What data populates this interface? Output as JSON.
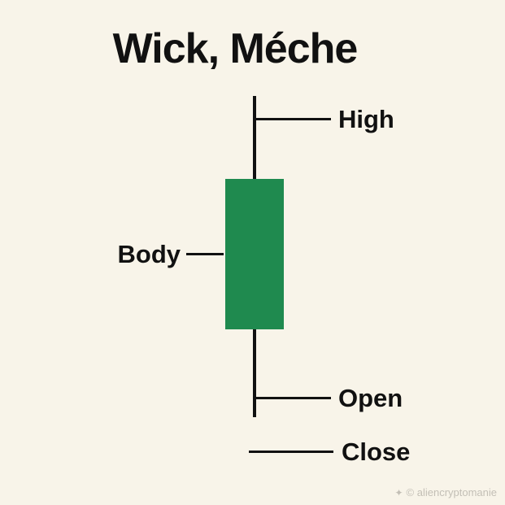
{
  "title": "Wick, Méche",
  "labels": {
    "high": "High",
    "body": "Body",
    "open": "Open",
    "close": "Close"
  },
  "watermark": {
    "icon": "✦",
    "text": "© aliencryptomanie"
  },
  "colors": {
    "background": "#f8f4e9",
    "candle_green": "#1f8a4f",
    "line_black": "#111111",
    "watermark_gray": "#c3bfb6"
  },
  "diagram": {
    "type": "candlestick-anatomy",
    "parts": [
      "upper wick",
      "body",
      "lower wick"
    ],
    "annotations": [
      {
        "label": "High",
        "points_to": "top of upper wick"
      },
      {
        "label": "Body",
        "points_to": "candle body"
      },
      {
        "label": "Open",
        "points_to": "lower wick"
      },
      {
        "label": "Close",
        "points_to": "level below lower wick"
      }
    ]
  }
}
